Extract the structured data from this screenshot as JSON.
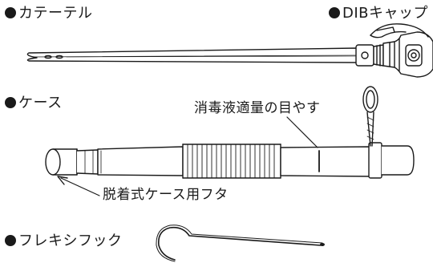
{
  "labels": {
    "catheter": "カテーテル",
    "dib_cap": "DIBキャップ",
    "case": "ケース",
    "flexi_hook": "フレキシフック"
  },
  "annotations": {
    "disinfectant_level": "消毒液適量の目やす",
    "detachable_lid": "脱着式ケース用フタ"
  },
  "colors": {
    "ink": "#1a1a1a",
    "background": "#ffffff"
  }
}
